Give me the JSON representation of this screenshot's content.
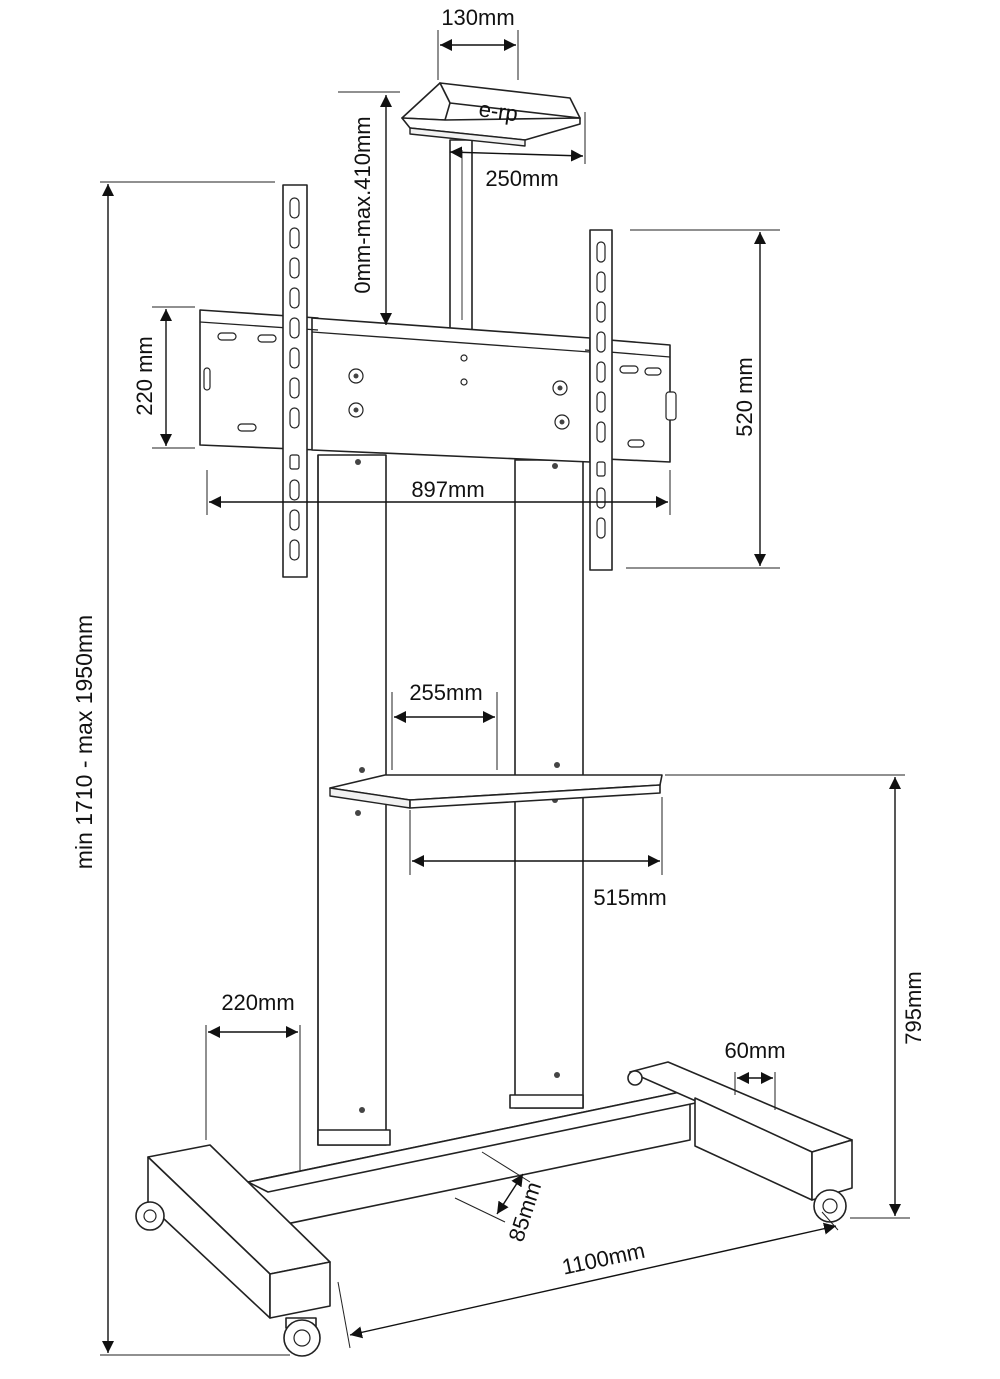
{
  "labels": {
    "top_plate_width": "130mm",
    "top_shelf_depth": "250mm",
    "top_arm_height": "0mm-max.410mm",
    "bracket_height": "220 mm",
    "upright_height": "520 mm",
    "mount_width": "897mm",
    "total_height": "min 1710 - max 1950mm",
    "column_gap": "255mm",
    "shelf_width": "515mm",
    "shelf_height": "795mm",
    "leg_width_left": "220mm",
    "leg_width_right": "60mm",
    "base_depth": "85mm",
    "base_length": "1100mm"
  },
  "colors": {
    "line": "#222222",
    "text": "#111111",
    "background": "#ffffff"
  }
}
